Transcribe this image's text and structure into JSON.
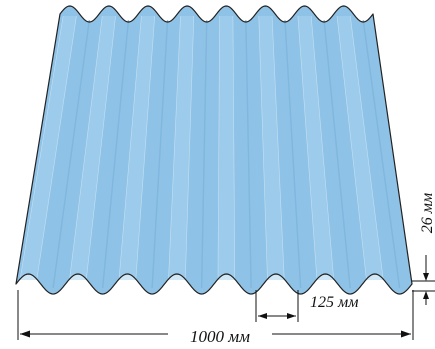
{
  "labels": {
    "total_width": "1000 мм",
    "wave_pitch": "125 мм",
    "wave_height": "26 мм"
  },
  "colors": {
    "sheet": "#8ec2e6",
    "sheet_light": "#a9d3ef",
    "sheet_shadow": "#7fb5db",
    "outline": "#222222",
    "dimension": "#111111"
  },
  "sheet": {
    "waves": 8
  }
}
